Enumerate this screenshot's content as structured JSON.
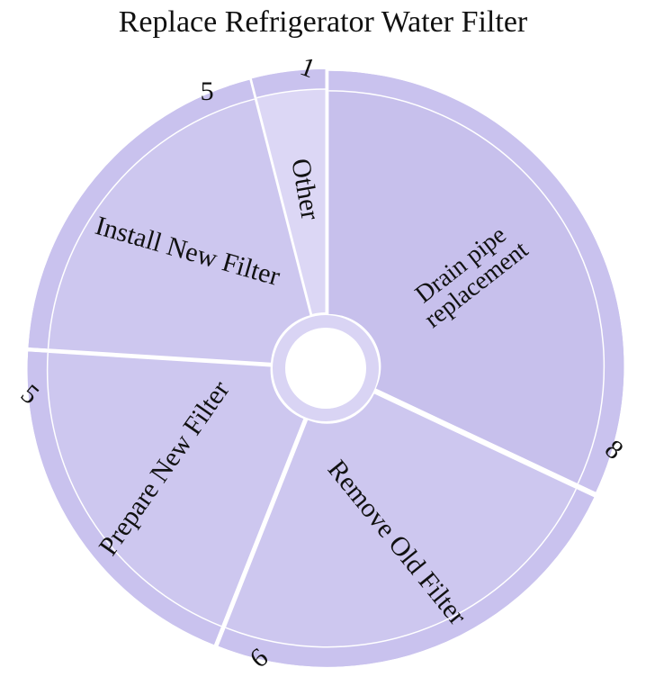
{
  "chart_data": {
    "type": "pie",
    "title": "Replace Refrigerator Water Filter",
    "categories": [
      "Drain pipe replacement",
      "Remove Old Filter",
      "Prepare New Filter",
      "Install New Filter",
      "Other"
    ],
    "values": [
      8,
      6,
      5,
      5,
      1
    ],
    "colors": [
      "#c7c0ec",
      "#cdc7ef",
      "#cdc7ef",
      "#cdc7ef",
      "#dcd7f5"
    ],
    "ring_color": "#c9c2ee",
    "legend": "none"
  }
}
